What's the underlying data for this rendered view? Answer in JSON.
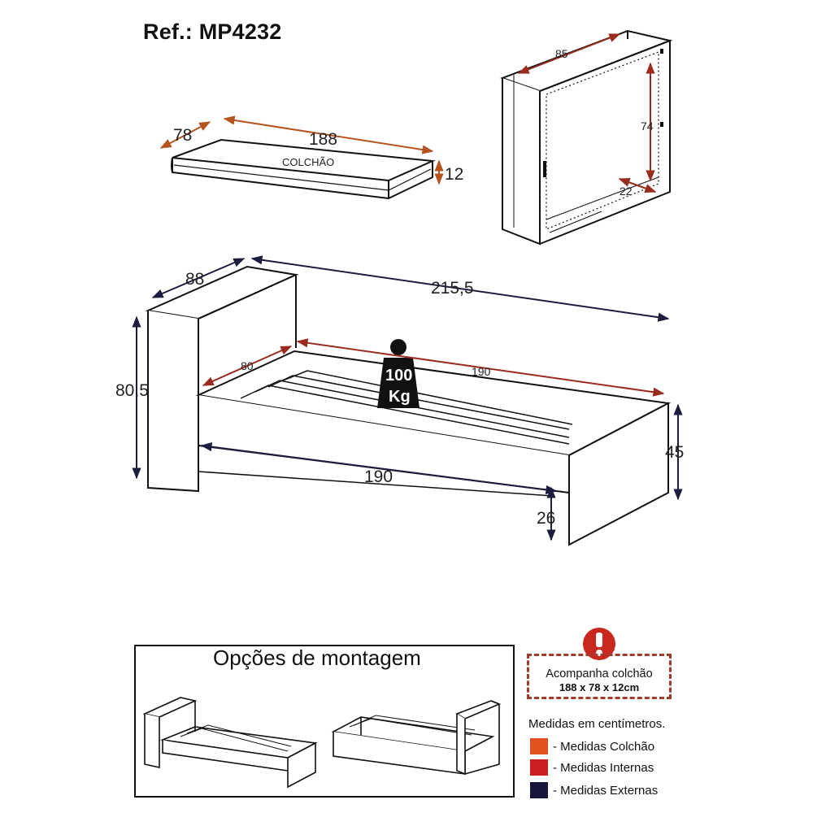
{
  "header": {
    "reference": "Ref.: MP4232"
  },
  "mattress": {
    "label": "COLCHÃO",
    "width": "78",
    "length": "188",
    "height": "12"
  },
  "headboard_detail": {
    "width": "85",
    "height": "74",
    "depth": "22"
  },
  "bed": {
    "headboard_width": "88",
    "total_length": "215,5",
    "headboard_height": "80,5",
    "inner_width": "80",
    "inner_length": "190",
    "outer_length": "190",
    "height": "45",
    "clearance": "26",
    "load_value": "100",
    "load_unit": "Kg"
  },
  "assembly": {
    "title": "Opções de montagem"
  },
  "notice": {
    "line1": "Acompanha colchão",
    "line2": "188 x 78 x 12cm"
  },
  "legend": {
    "units_note": "Medidas em centímetros.",
    "items": [
      {
        "label": "- Medidas Colchão",
        "color": "#e0521f"
      },
      {
        "label": "- Medidas Internas",
        "color": "#cc1f1f"
      },
      {
        "label": "- Medidas Externas",
        "color": "#15163a"
      }
    ]
  },
  "colors": {
    "mattress_dim": "#b5541e",
    "internal_dim": "#9a2b1f",
    "external_dim": "#1c1d3f",
    "alert_red": "#c8281e",
    "notice_border": "#a33a2c",
    "frame": "#111111"
  }
}
